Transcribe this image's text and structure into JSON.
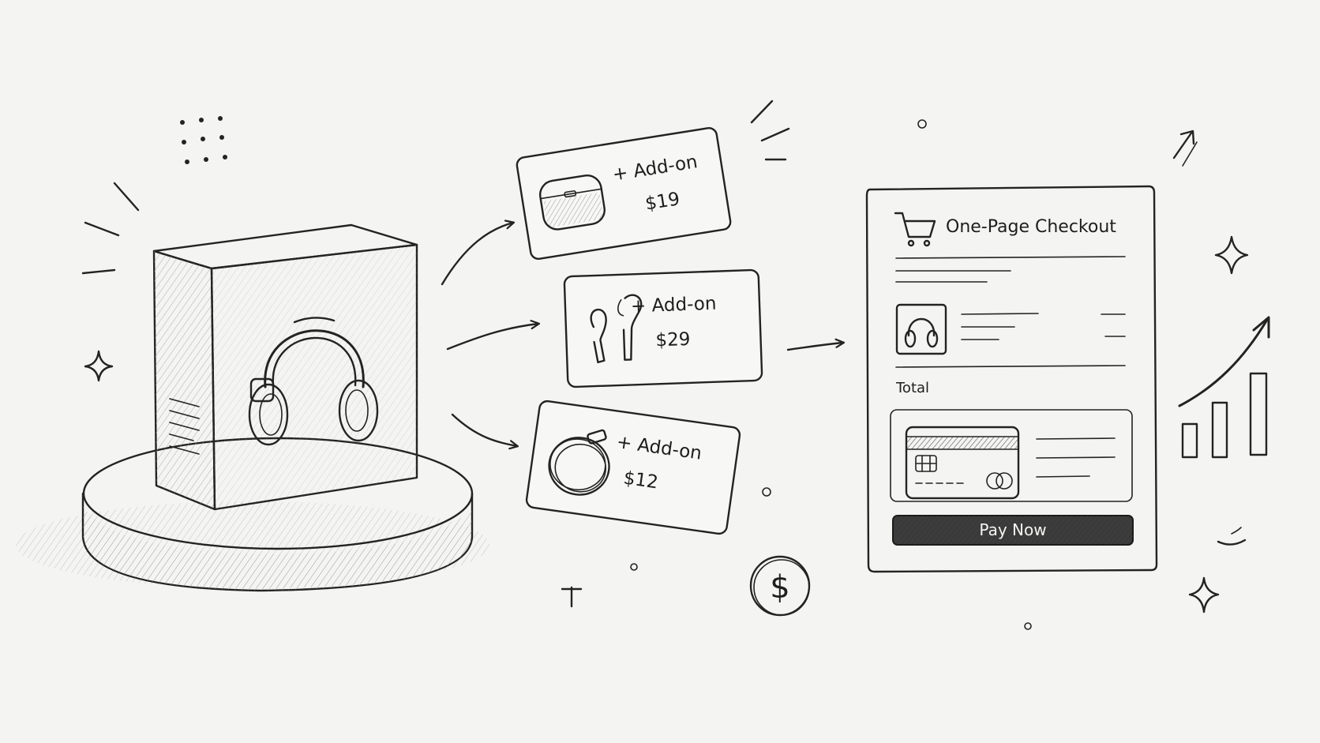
{
  "addons": [
    {
      "label": "+ Add-on",
      "price": "$19",
      "product_icon": "earbuds-case-icon"
    },
    {
      "label": "+ Add-on",
      "price": "$29",
      "product_icon": "earbuds-icon"
    },
    {
      "label": "+ Add-on",
      "price": "$12",
      "product_icon": "cable-icon"
    }
  ],
  "main_product": {
    "icon": "headphones-icon"
  },
  "checkout": {
    "title": "One-Page Checkout",
    "cart_icon": "shopping-cart-icon",
    "total_label": "Total",
    "pay_button_label": "Pay Now",
    "item_icon": "headphones-icon",
    "card_icon": "credit-card-icon"
  },
  "decorations": {
    "coin_symbol": "$",
    "growth_icon": "bar-chart-trend-up-icon"
  },
  "colors": {
    "ink": "#232323",
    "paper": "#f4f4f2",
    "pay_button": "#3a3a3a"
  }
}
